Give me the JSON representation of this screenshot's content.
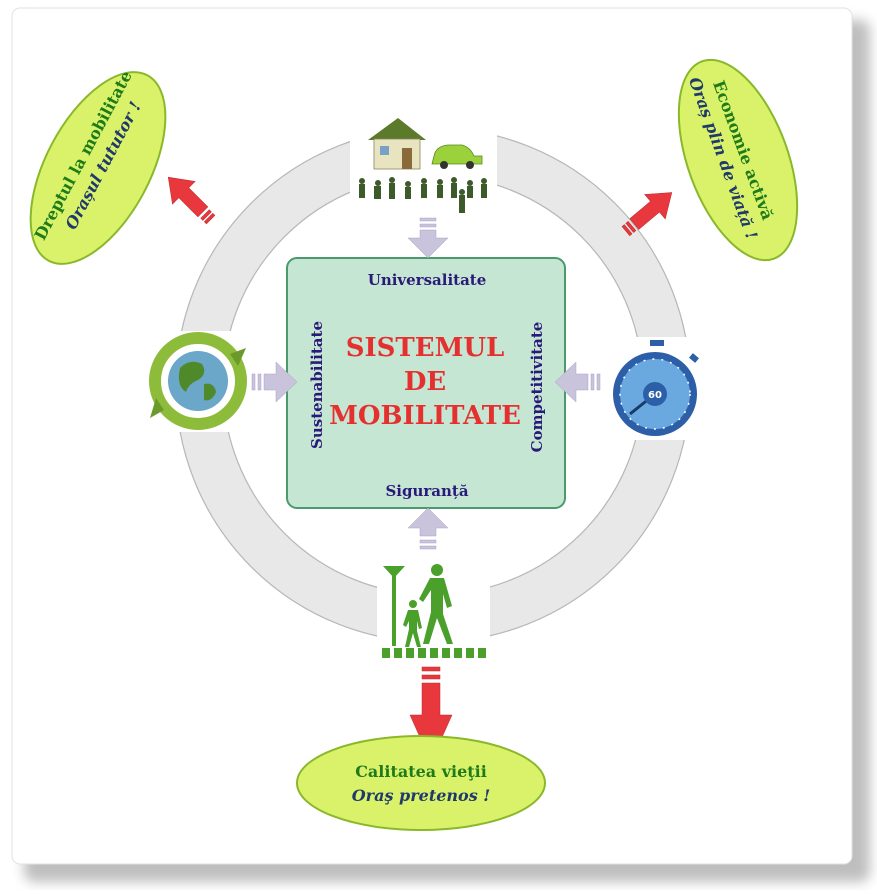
{
  "center": {
    "title_lines": [
      "SISTEMUL",
      "DE",
      "MOBILITATE"
    ],
    "top_label": "Universalitate",
    "bottom_label": "Siguranță",
    "left_label": "Sustenabilitate",
    "right_label": "Competitivitate"
  },
  "outcomes": {
    "left": {
      "line1": "Dreptul la mobilitate",
      "line2": "Orașul tututor !"
    },
    "right": {
      "line1": "Economie activă",
      "line2": "Oraș plin de viață !"
    },
    "bottom": {
      "line1": "Calitatea vieţii",
      "line2": "Oraş pretenos !"
    }
  },
  "stopwatch": {
    "value": "60"
  },
  "colors": {
    "ring": "#e8e8e8",
    "ring_stroke": "#b8b8b8",
    "center_fill": "#c6e6d4",
    "center_stroke": "#4a9a6e",
    "title": "#e53030",
    "principle_label": "#2a1a78",
    "ellipse_fill": "#d9f26a",
    "ellipse_stroke": "#8ab82a",
    "ellipse_text": "#1f7a1a",
    "outward_arrow": "#e8383d",
    "inward_arrow": "#c9c3dc"
  }
}
